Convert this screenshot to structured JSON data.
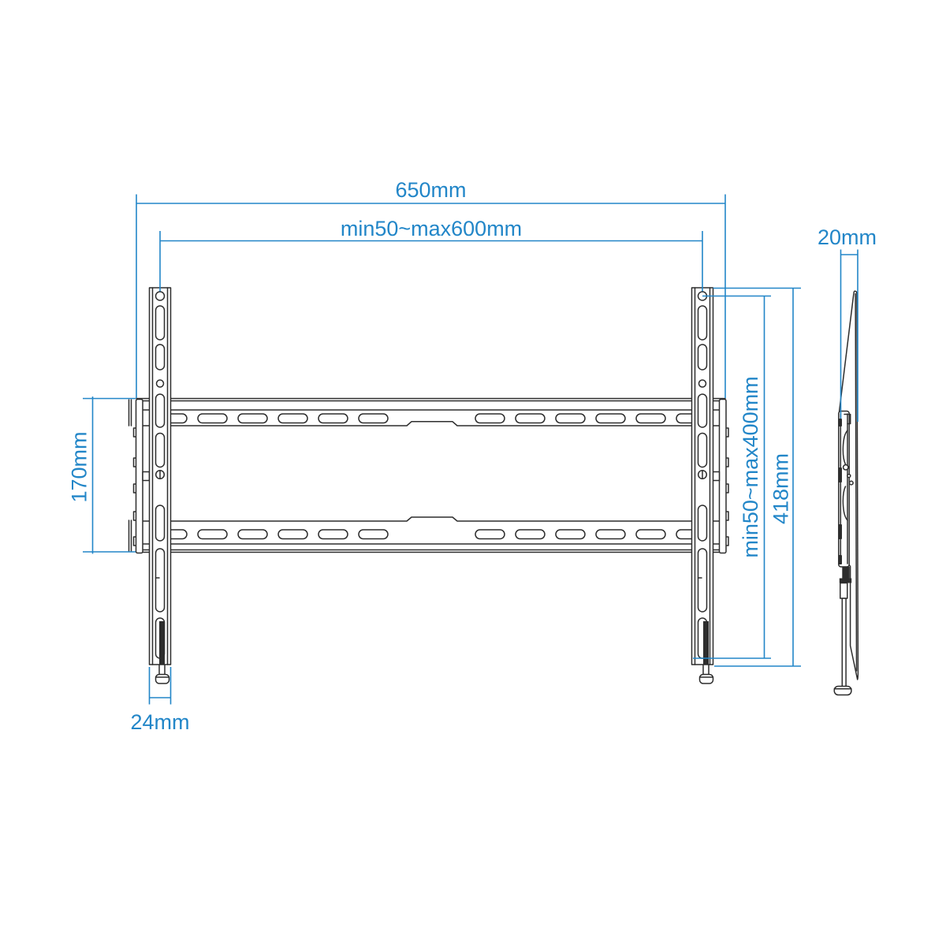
{
  "colors": {
    "dimension_blue": "#2286C8",
    "line_dark": "#2d2d2d",
    "background": "#ffffff"
  },
  "dimensions": {
    "total_width": {
      "label": "650mm"
    },
    "vesa_width": {
      "label": "min50~max600mm"
    },
    "plate_height": {
      "label": "170mm"
    },
    "rail_width": {
      "label": "24mm"
    },
    "vesa_height": {
      "label": "min50~max400mm"
    },
    "rail_height": {
      "label": "418mm"
    },
    "side_depth": {
      "label": "20mm"
    }
  }
}
